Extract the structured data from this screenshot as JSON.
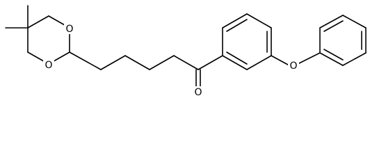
{
  "diagram": {
    "type": "skeletal-structure",
    "atom_labels": {
      "ring_oxygen_top": "O",
      "ring_oxygen_bottom": "O",
      "carbonyl_oxygen": "O",
      "ether_oxygen": "O"
    },
    "colors": {
      "bond": "#000000",
      "label": "#000000",
      "background": "#ffffff"
    }
  }
}
